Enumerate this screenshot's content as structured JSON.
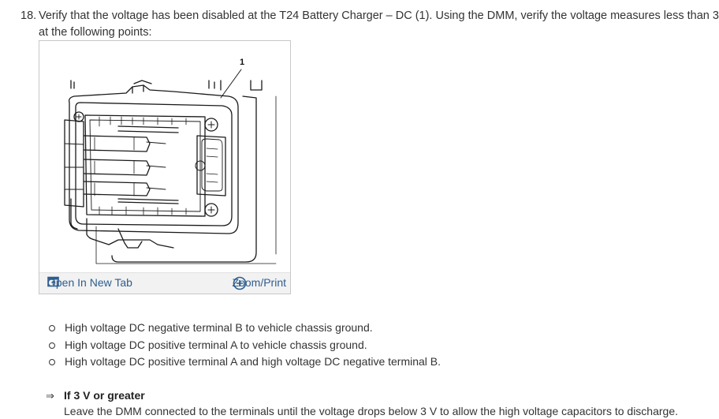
{
  "step": {
    "number": "18.",
    "text_line1": "Verify that the voltage has been disabled at the T24 Battery Charger – DC (1). Using the DMM, verify the voltage measures less than 3",
    "text_line2": "at the following points:"
  },
  "figure": {
    "callout": "1",
    "open_tab_label": "Open In New Tab",
    "zoom_label": "Zoom/Print"
  },
  "bullets": [
    "High voltage DC negative terminal B to vehicle chassis ground.",
    "High voltage DC positive terminal A to vehicle chassis ground.",
    "High voltage DC positive terminal A and high voltage DC negative terminal B."
  ],
  "condition": {
    "arrow": "⇒",
    "label": "If 3 V or greater",
    "detail": "Leave the DMM connected to the terminals until the voltage drops below 3 V to allow the high voltage capacitors to discharge."
  },
  "colors": {
    "link": "#2e5d8f",
    "text": "#333333"
  }
}
